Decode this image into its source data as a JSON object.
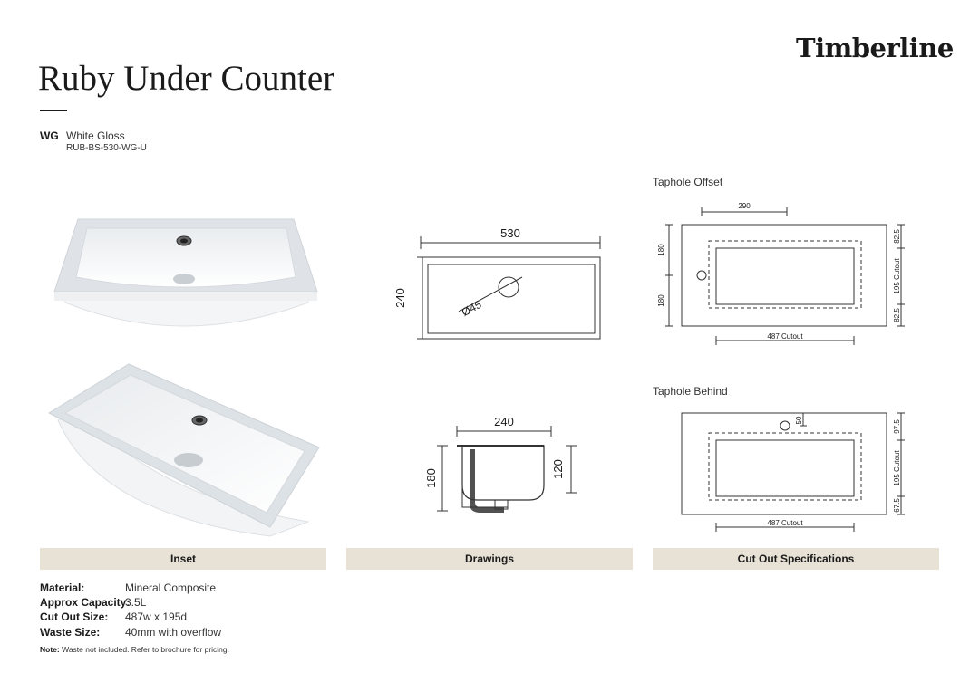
{
  "brand": "Timberline",
  "product": {
    "title": "Ruby Under Counter",
    "finish_code": "WG",
    "finish_name": "White Gloss",
    "sku": "RUB-BS-530-WG-U"
  },
  "drawings": {
    "top_view": {
      "width": "530",
      "depth": "240",
      "waste": "Ø45"
    },
    "side_view": {
      "width": "240",
      "height": "180",
      "bowl_depth": "120"
    },
    "taphole_offset": {
      "label": "Taphole Offset",
      "tap_offset": "290",
      "left_upper": "180",
      "left_lower": "180",
      "right_top": "82.5",
      "right_mid": "195 Cutout",
      "right_bottom": "82.5",
      "bottom": "487 Cutout"
    },
    "taphole_behind": {
      "label": "Taphole Behind",
      "tap_gap": "50",
      "right_top": "97.5",
      "right_mid": "195 Cutout",
      "right_bottom": "67.5",
      "bottom": "487 Cutout"
    }
  },
  "sections": {
    "inset": "Inset",
    "drawings": "Drawings",
    "cutout": "Cut Out Specifications"
  },
  "specs": [
    {
      "label": "Material:",
      "value": "Mineral Composite"
    },
    {
      "label": "Approx Capacity:",
      "value": "3.5L"
    },
    {
      "label": "Cut Out Size:",
      "value": "487w x 195d"
    },
    {
      "label": "Waste Size:",
      "value": "40mm with overflow"
    }
  ],
  "note": {
    "label": "Note:",
    "text": "Waste not included. Refer to brochure for pricing."
  }
}
